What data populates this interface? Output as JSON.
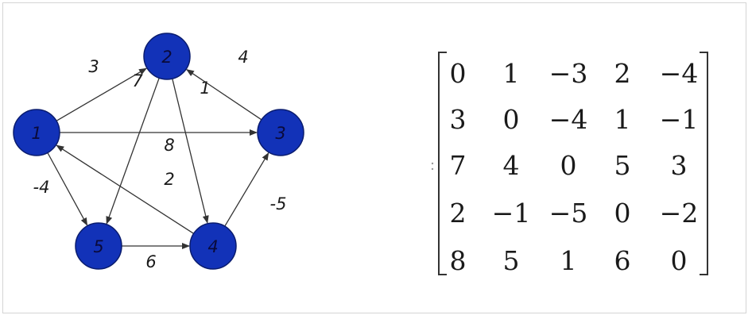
{
  "graph": {
    "nodes": [
      {
        "id": "1",
        "label": "1"
      },
      {
        "id": "2",
        "label": "2"
      },
      {
        "id": "3",
        "label": "3"
      },
      {
        "id": "4",
        "label": "4"
      },
      {
        "id": "5",
        "label": "5"
      }
    ],
    "edges": [
      {
        "from": "1",
        "to": "2",
        "weight": "3"
      },
      {
        "from": "2",
        "to": "5",
        "weight": "7"
      },
      {
        "from": "3",
        "to": "2",
        "weight": "4"
      },
      {
        "from": "2",
        "to": "4",
        "weight": "1"
      },
      {
        "from": "1",
        "to": "3",
        "weight": "8"
      },
      {
        "from": "4",
        "to": "1",
        "weight": "2"
      },
      {
        "from": "1",
        "to": "5",
        "weight": "-4"
      },
      {
        "from": "4",
        "to": "3",
        "weight": "-5"
      },
      {
        "from": "5",
        "to": "4",
        "weight": "6"
      }
    ],
    "node_color": "#1232b8"
  },
  "matrix": {
    "rows": [
      [
        "0",
        "1",
        "−3",
        "2",
        "−4"
      ],
      [
        "3",
        "0",
        "−4",
        "1",
        "−1"
      ],
      [
        "7",
        "4",
        "0",
        "5",
        "3"
      ],
      [
        "2",
        "−1",
        "−5",
        "0",
        "−2"
      ],
      [
        "8",
        "5",
        "1",
        "6",
        "0"
      ]
    ]
  }
}
